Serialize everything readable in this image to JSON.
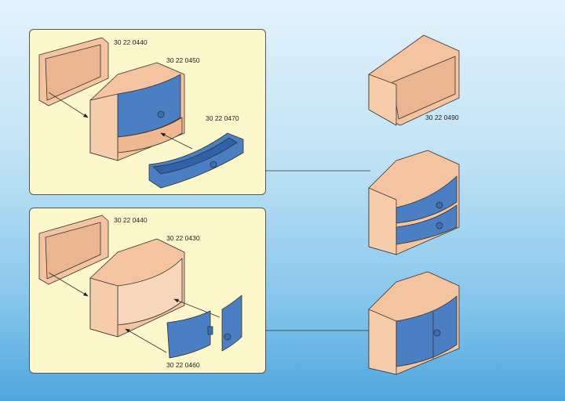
{
  "panels": [
    {
      "labels": {
        "back_panel": "30 22 0440",
        "cabinet": "30 22 0450",
        "drawer": "30 22 0470"
      }
    },
    {
      "labels": {
        "back_panel": "30 22 0440",
        "cabinet": "30 22 0430",
        "doors": "30 22 0460"
      }
    }
  ],
  "results": {
    "open_shelf": "30 22 0490"
  },
  "colors": {
    "wood": "#f4c4a0",
    "blue": "#4a7fc4",
    "panel": "#fdf8cc",
    "outline": "#333333"
  }
}
